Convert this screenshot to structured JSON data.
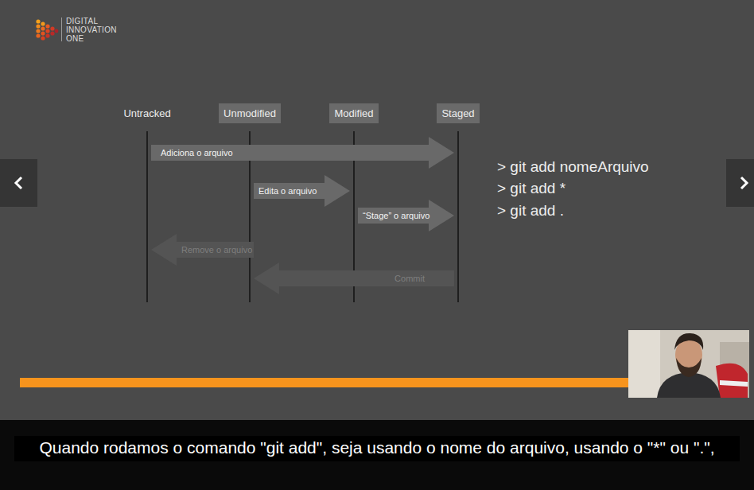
{
  "diagram": {
    "caption": "Quando rodamos o comando \"git add\", seja usando o nome do arquivo, usando o \"*\" ou \".\",",
    "nodes": [
      {
        "text": [
          "Untracked"
        ]
      },
      {
        "text": [
          "Unmodified"
        ]
      },
      {
        "text": [
          "Modified"
        ]
      },
      {
        "text": [
          "Staged"
        ]
      }
    ],
    "edges": [
      {
        "from": 0,
        "to": 3,
        "label": "Adiciona o arquivo",
        "arrow": "to"
      },
      {
        "from": 1,
        "to": 2,
        "label": "Edita o arquivo",
        "arrow": "to"
      },
      {
        "from": 2,
        "to": 3,
        "label": "“Stage” o arquivo",
        "arrow": "to"
      },
      {
        "from": 1,
        "to": 0,
        "label": "Remove o arquivo",
        "arrow": "to"
      },
      {
        "from": 3,
        "to": 1,
        "label": "Commit",
        "arrow": "to"
      }
    ],
    "labels": [
      "DIGITAL",
      "INNOVATION",
      "ONE",
      "> git add nomeArquivo",
      "> git add *",
      "> git add ."
    ]
  }
}
